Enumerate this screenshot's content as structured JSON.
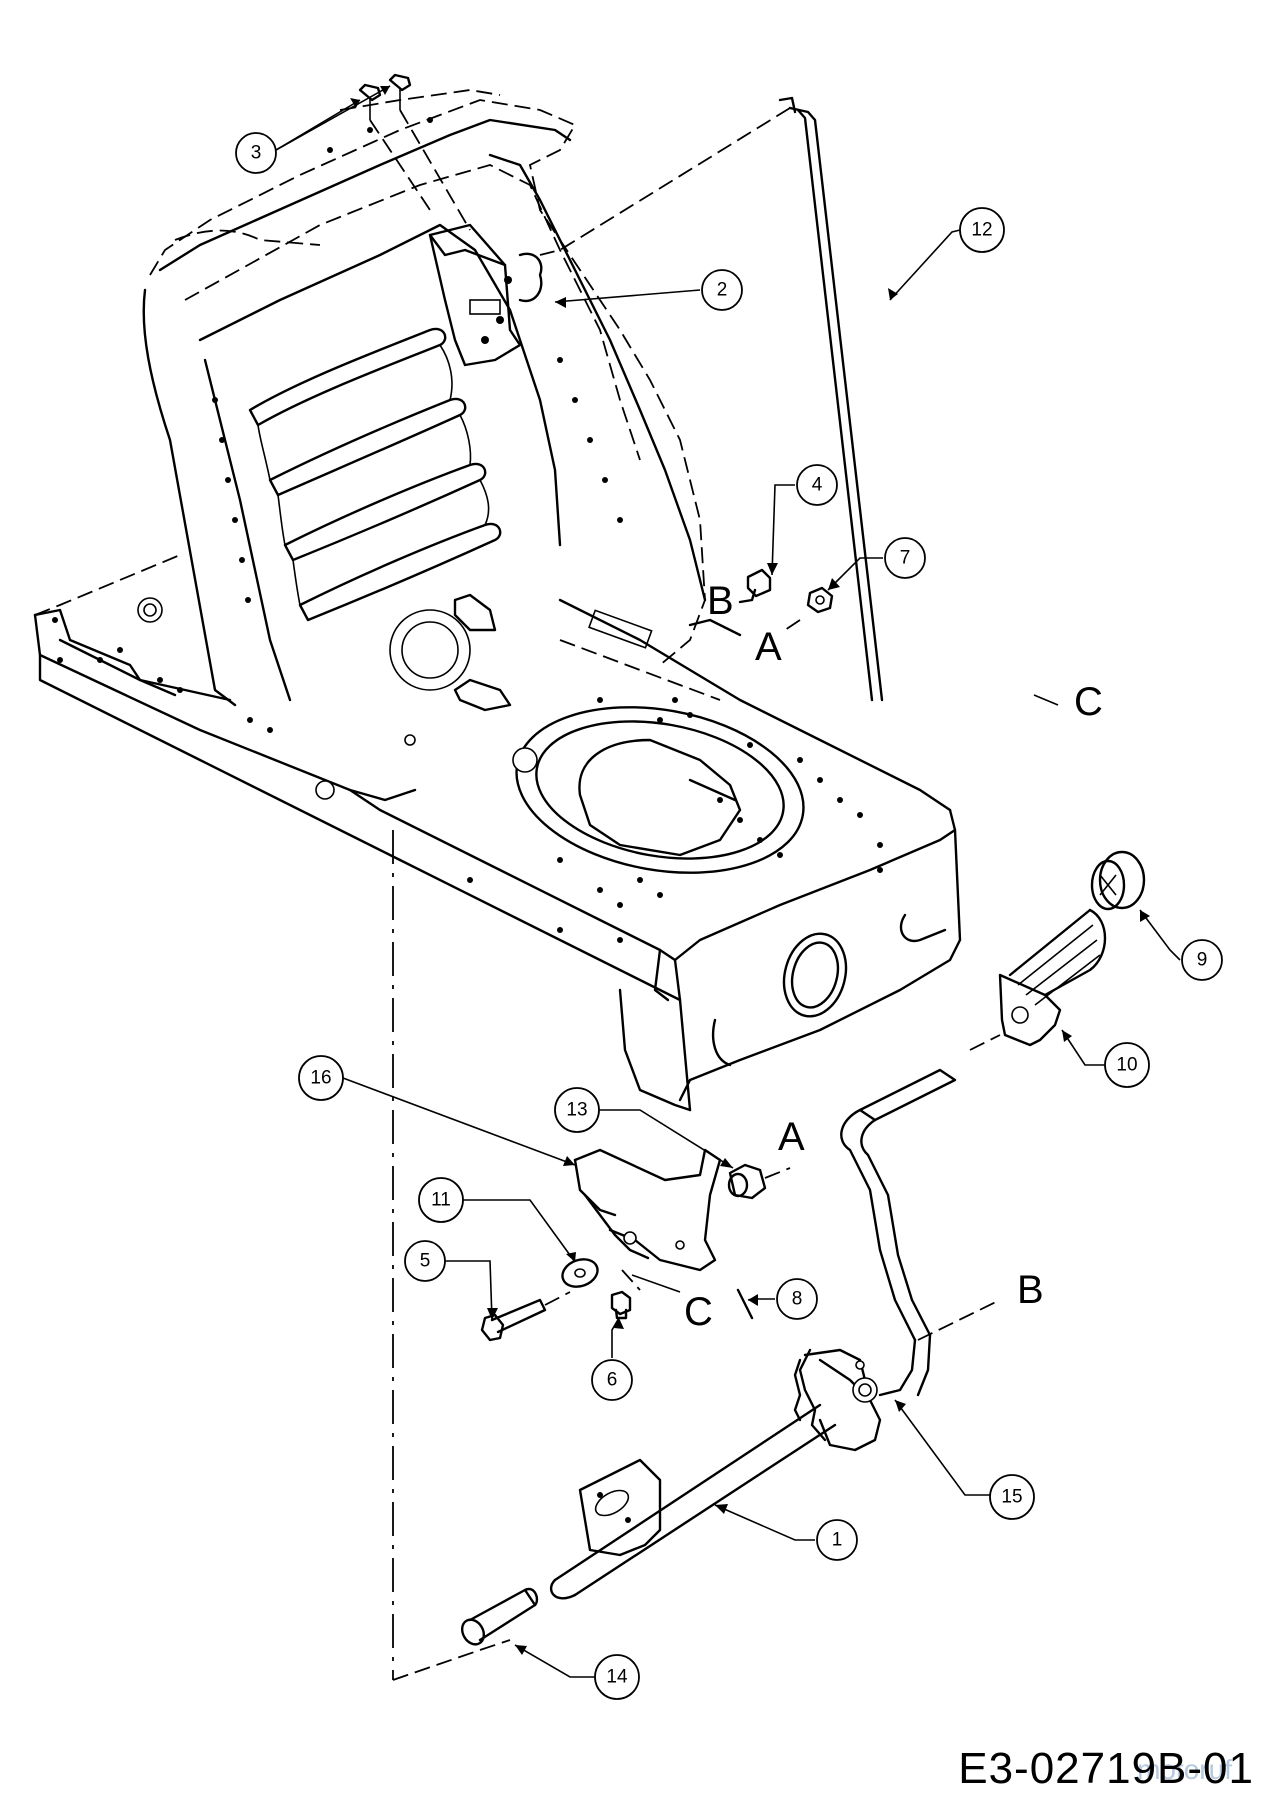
{
  "callouts": [
    {
      "id": "c3",
      "label": "3"
    },
    {
      "id": "c2",
      "label": "2"
    },
    {
      "id": "c12",
      "label": "12"
    },
    {
      "id": "c4",
      "label": "4"
    },
    {
      "id": "c7",
      "label": "7"
    },
    {
      "id": "c9",
      "label": "9"
    },
    {
      "id": "c10",
      "label": "10"
    },
    {
      "id": "c16",
      "label": "16"
    },
    {
      "id": "c13",
      "label": "13"
    },
    {
      "id": "c11",
      "label": "11"
    },
    {
      "id": "c5",
      "label": "5"
    },
    {
      "id": "c8",
      "label": "8"
    },
    {
      "id": "c6",
      "label": "6"
    },
    {
      "id": "c15",
      "label": "15"
    },
    {
      "id": "c1",
      "label": "1"
    },
    {
      "id": "c14",
      "label": "14"
    }
  ],
  "refs": {
    "b_upper": "B",
    "a_upper": "A",
    "c_upper": "C",
    "a_lower": "A",
    "c_lower": "C",
    "b_lower": "B"
  },
  "drawing_code": "E3-02719B-01",
  "watermark": "motoruf"
}
